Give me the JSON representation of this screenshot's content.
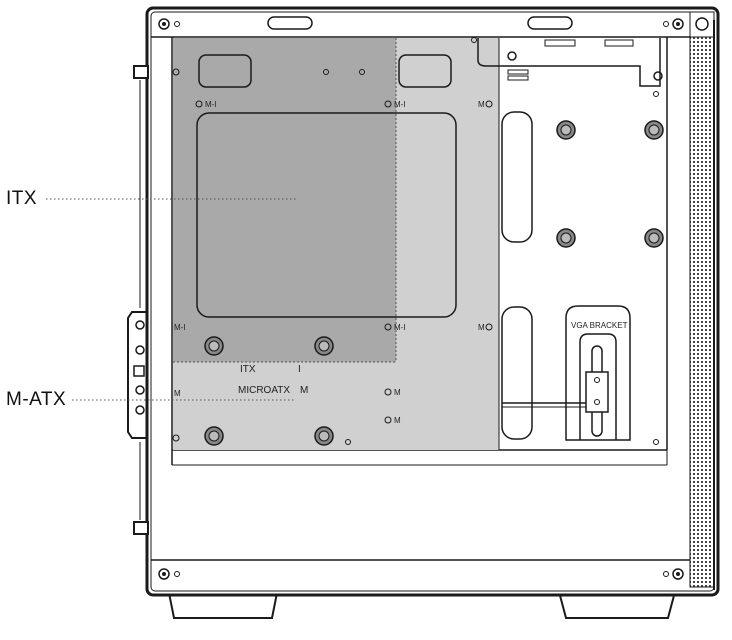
{
  "callouts": {
    "itx": "ITX",
    "matx": "M-ATX"
  },
  "board_labels": {
    "itx": "ITX",
    "itx_marker": "I",
    "matx": "MICROATX",
    "matx_marker": "M",
    "vga_bracket": "VGA BRACKET",
    "standoff_mi": "M-I",
    "standoff_m": "M"
  },
  "colors": {
    "matx_zone": "#d0d0d0",
    "itx_zone": "#a9a9a9",
    "line": "#1a1a1a",
    "dotted_leader": "#555555"
  }
}
